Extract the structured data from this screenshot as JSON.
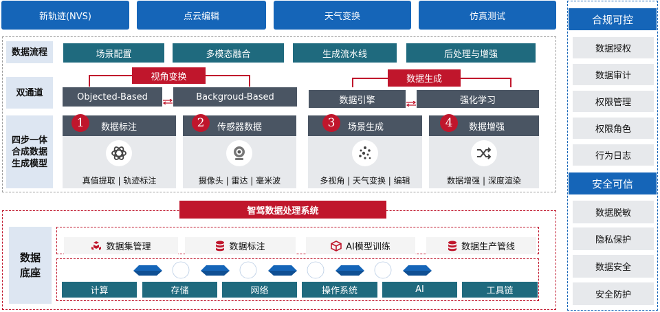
{
  "top_tabs": [
    "新轨迹(NVS)",
    "点云编辑",
    "天气变换",
    "仿真测试"
  ],
  "row_labels": {
    "flow": "数据流程",
    "dual": "双通道",
    "model_line1": "四步一体",
    "model_line2": "合成数据",
    "model_line3": "生成模型",
    "base_line1": "数据",
    "base_line2": "底座"
  },
  "flow_steps": [
    "场景配置",
    "多模态融合",
    "生成流水线",
    "后处理与增强"
  ],
  "dual": {
    "left_tag": "视角变换",
    "left_a": "Objected-Based",
    "left_b": "Backgroud-Based",
    "right_tag": "数据生成",
    "right_a": "数据引擎",
    "right_b": "强化学习"
  },
  "cards": [
    {
      "num": "1",
      "title": "数据标注",
      "foot": "真值提取 | 轨迹标注",
      "icon": "ai-knot-icon"
    },
    {
      "num": "2",
      "title": "传感器数据",
      "foot": "摄像头 | 雷达  | 毫米波",
      "icon": "camera-icon"
    },
    {
      "num": "3",
      "title": "场景生成",
      "foot": "多视角 | 天气变换 | 编辑",
      "icon": "scatter-dots-icon"
    },
    {
      "num": "4",
      "title": "数据增强",
      "foot": "数据增强 | 深度渲染",
      "icon": "shuffle-icon"
    }
  ],
  "system_title": "智驾数据处理系统",
  "platform_items": [
    {
      "label": "数据集管理",
      "icon": "cube-cluster-icon"
    },
    {
      "label": "数据标注",
      "icon": "database-icon"
    },
    {
      "label": "AI模型训练",
      "icon": "model-cube-icon"
    },
    {
      "label": "数据生产管线",
      "icon": "database-icon"
    }
  ],
  "infra_items": [
    "计算",
    "存储",
    "网络",
    "操作系统",
    "AI",
    "工具链"
  ],
  "right_sections": [
    {
      "title": "合规可控",
      "items": [
        "数据授权",
        "数据审计",
        "权限管理",
        "权限角色",
        "行为日志"
      ]
    },
    {
      "title": "安全可信",
      "items": [
        "数据脱敏",
        "隐私保护",
        "数据安全",
        "安全防护"
      ]
    }
  ],
  "colors": {
    "blue": "#1565b8",
    "teal": "#1f6a7e",
    "slate": "#4a5563",
    "red": "#c0162c",
    "label_bg": "#dde6f2"
  }
}
